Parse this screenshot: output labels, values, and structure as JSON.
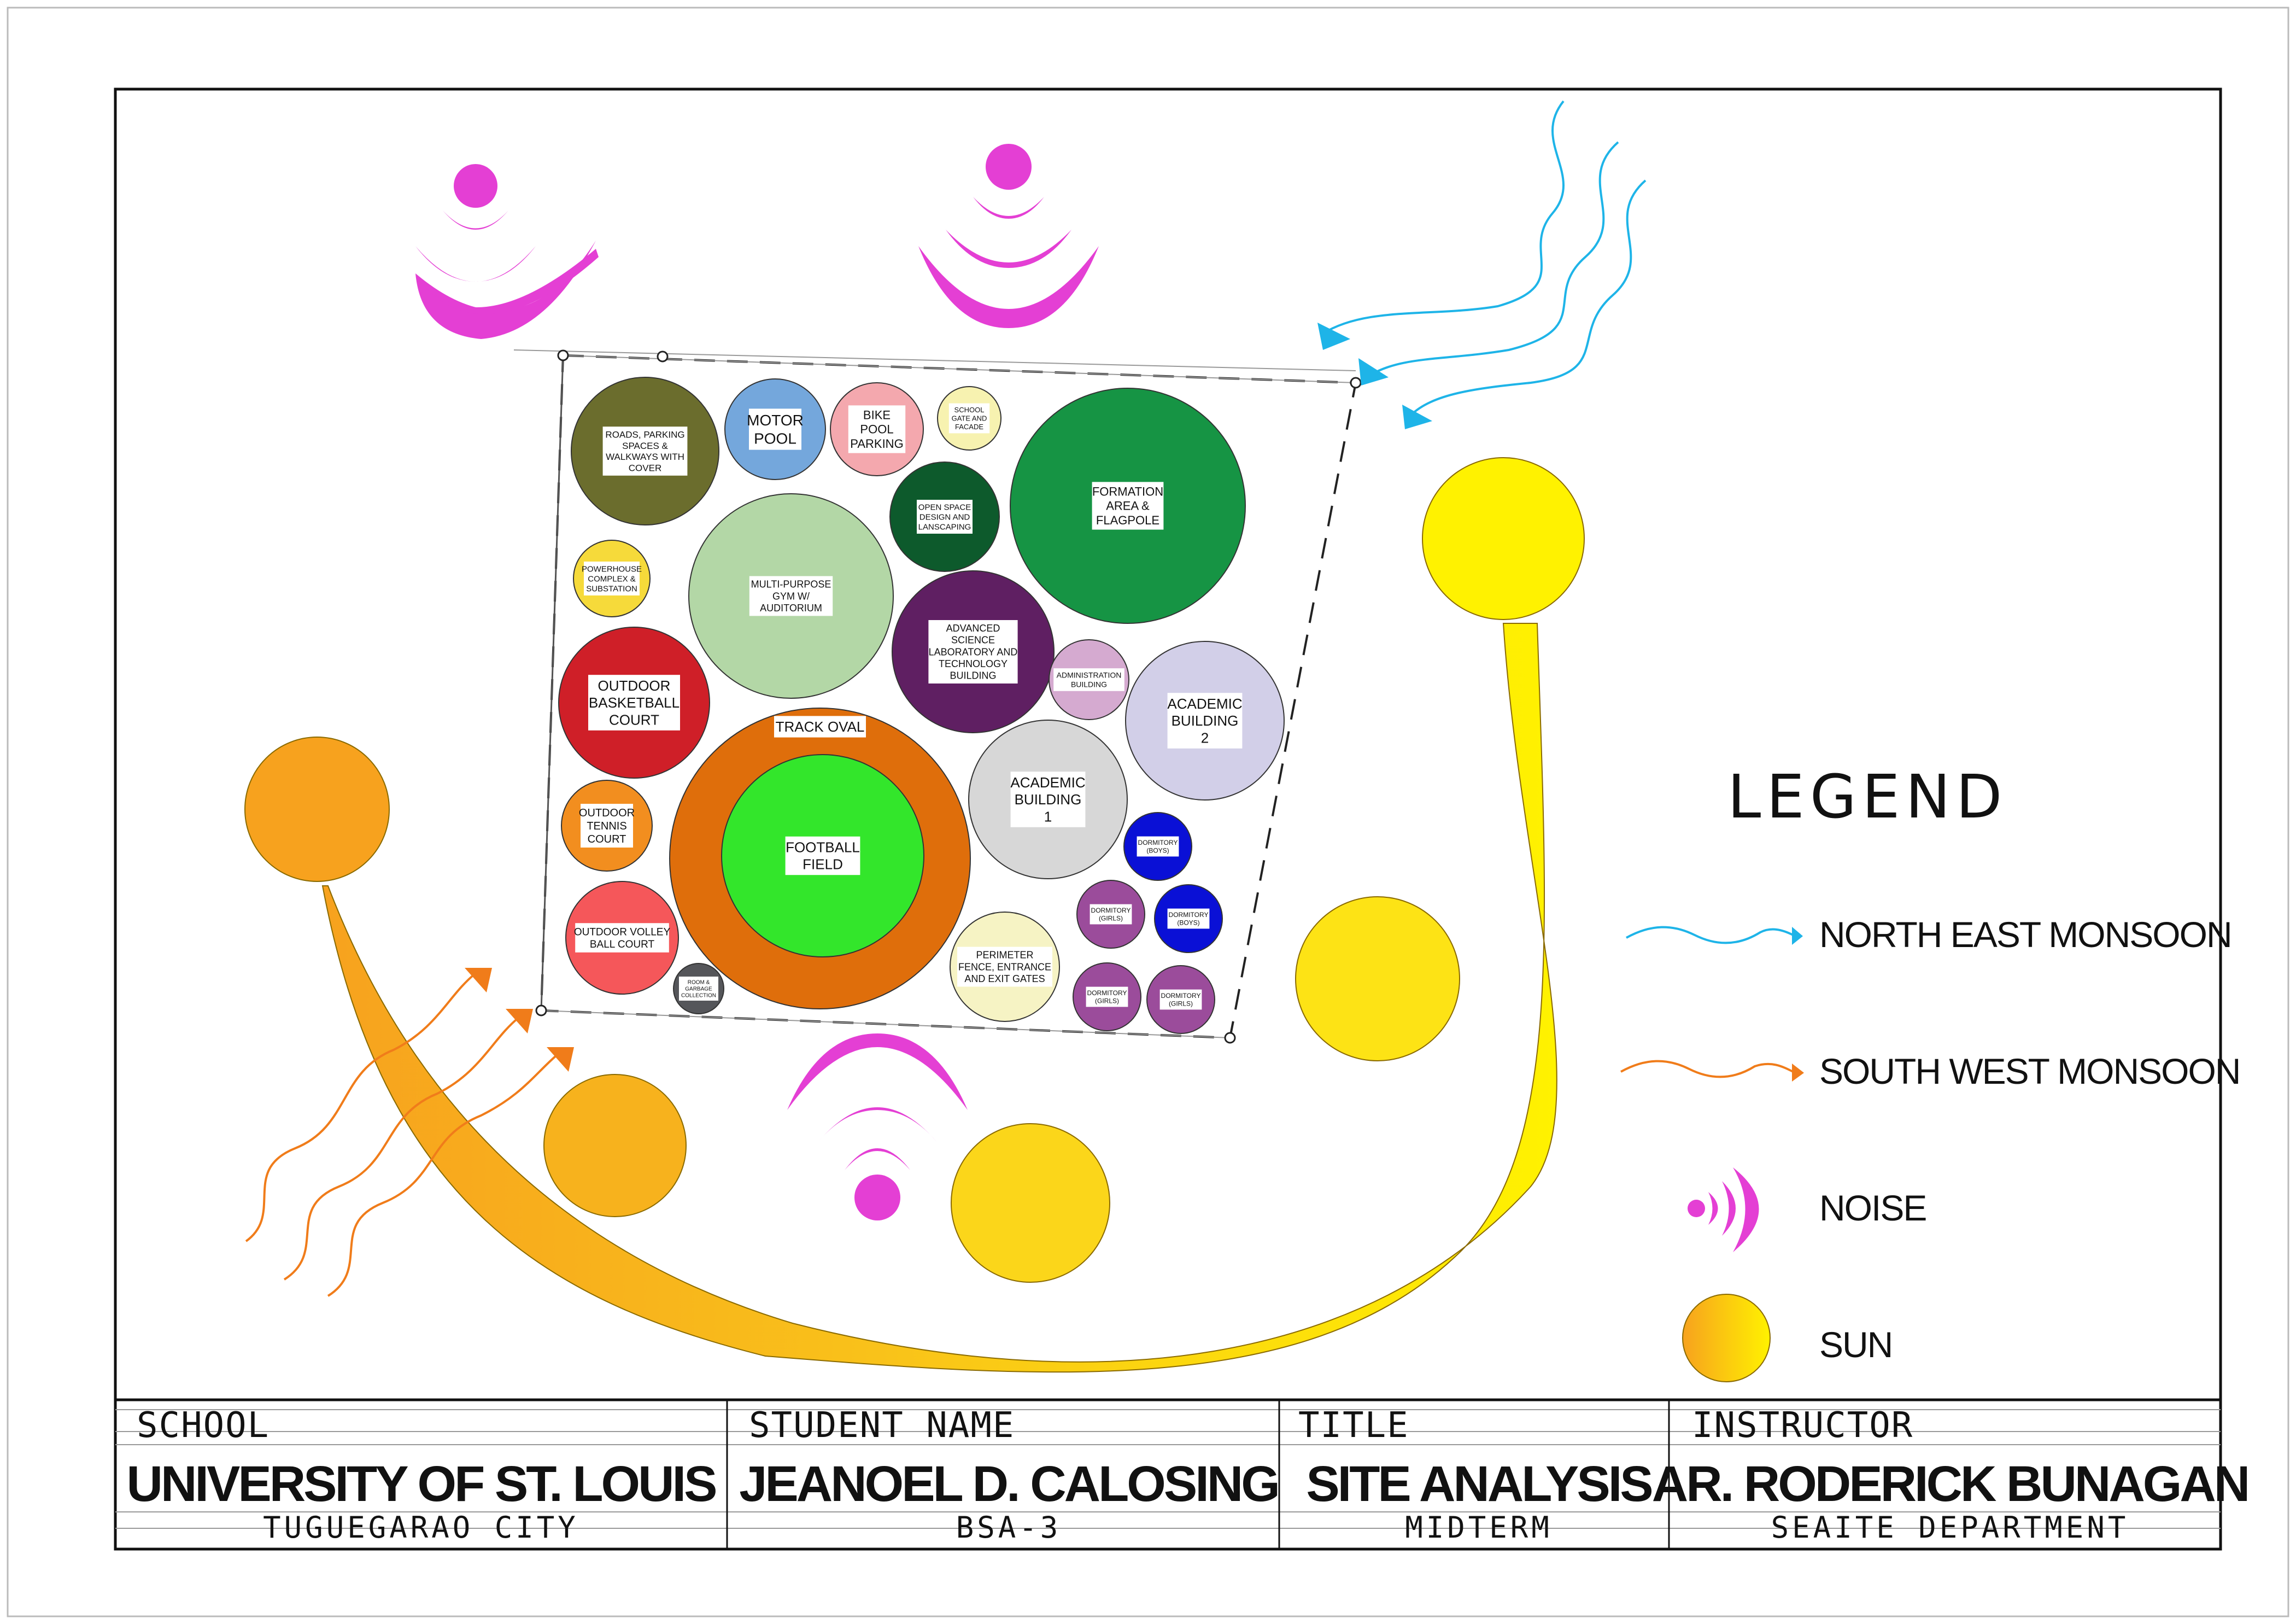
{
  "zones": [
    {
      "id": "roads",
      "lines": [
        "ROADS, PARKING",
        "SPACES &",
        "WALKWAYS WITH",
        "COVER"
      ],
      "color": "#6b6d2d"
    },
    {
      "id": "motor-pool",
      "lines": [
        "MOTOR",
        "POOL"
      ],
      "color": "#74a7dc"
    },
    {
      "id": "bike-pool",
      "lines": [
        "BIKE",
        "POOL",
        "PARKING"
      ],
      "color": "#f4a8ae"
    },
    {
      "id": "school-gate",
      "lines": [
        "SCHOOL",
        "GATE AND",
        "FACADE"
      ],
      "color": "#f7f2b0"
    },
    {
      "id": "open-space",
      "lines": [
        "OPEN SPACE",
        "DESIGN AND",
        "LANSCAPING"
      ],
      "color": "#0d5a2c"
    },
    {
      "id": "formation",
      "lines": [
        "FORMATION",
        "AREA &",
        "FLAGPOLE"
      ],
      "color": "#169444"
    },
    {
      "id": "powerhouse",
      "lines": [
        "POWERHOUSE",
        "COMPLEX &",
        "SUBSTATION"
      ],
      "color": "#f6da3a"
    },
    {
      "id": "gym",
      "lines": [
        "MULTI-PURPOSE",
        "GYM W/",
        "AUDITORIUM"
      ],
      "color": "#b3d7a6"
    },
    {
      "id": "science",
      "lines": [
        "ADVANCED",
        "SCIENCE",
        "LABORATORY AND",
        "TECHNOLOGY",
        "BUILDING"
      ],
      "color": "#5f1f62"
    },
    {
      "id": "admin",
      "lines": [
        "ADMINISTRATION",
        "BUILDING"
      ],
      "color": "#d5aad0"
    },
    {
      "id": "academic2",
      "lines": [
        "ACADEMIC",
        "BUILDING",
        "2"
      ],
      "color": "#d2cfe8"
    },
    {
      "id": "basketball",
      "lines": [
        "OUTDOOR",
        "BASKETBALL",
        "COURT"
      ],
      "color": "#cf1f28"
    },
    {
      "id": "track",
      "lines": [
        "TRACK OVAL"
      ],
      "color": "#df6e0b"
    },
    {
      "id": "football",
      "lines": [
        "FOOTBALL",
        "FIELD"
      ],
      "color": "#33e62b"
    },
    {
      "id": "academic1",
      "lines": [
        "ACADEMIC",
        "BUILDING",
        "1"
      ],
      "color": "#d7d7d7"
    },
    {
      "id": "tennis",
      "lines": [
        "OUTDOOR",
        "TENNIS",
        "COURT"
      ],
      "color": "#f28e1f"
    },
    {
      "id": "dorm-boys-1",
      "lines": [
        "DORMITORY",
        "(BOYS)"
      ],
      "color": "#0a10d6"
    },
    {
      "id": "dorm-girls-1",
      "lines": [
        "DORMITORY",
        "(GIRLS)"
      ],
      "color": "#9b4c9b"
    },
    {
      "id": "dorm-boys-2",
      "lines": [
        "DORMITORY",
        "(BOYS)"
      ],
      "color": "#0a10d6"
    },
    {
      "id": "volleyball",
      "lines": [
        "OUTDOOR VOLLEY",
        "BALL COURT"
      ],
      "color": "#f5575a"
    },
    {
      "id": "mrf",
      "lines": [
        "ROOM &",
        "GARBAGE",
        "COLLECTION"
      ],
      "color": "#55565a"
    },
    {
      "id": "perimeter",
      "lines": [
        "PERIMETER",
        "FENCE, ENTRANCE",
        "AND EXIT GATES"
      ],
      "color": "#f6f3c4"
    },
    {
      "id": "dorm-girls-2",
      "lines": [
        "DORMITORY",
        "(GIRLS)"
      ],
      "color": "#9b4c9b"
    },
    {
      "id": "dorm-girls-3",
      "lines": [
        "DORMITORY",
        "(GIRLS)"
      ],
      "color": "#9b4c9b"
    }
  ],
  "legend": {
    "title": "LEGEND",
    "items": [
      {
        "id": "ne-monsoon",
        "label": "NORTH EAST MONSOON",
        "color": "#1eb4e8"
      },
      {
        "id": "sw-monsoon",
        "label": "SOUTH  WEST MONSOON",
        "color": "#f07c1a"
      },
      {
        "id": "noise",
        "label": "NOISE",
        "color": "#e43fd4"
      },
      {
        "id": "sun",
        "label": "SUN",
        "color": "#f7a21e"
      }
    ]
  },
  "title_block": {
    "school": {
      "caption": "SCHOOL",
      "value": "UNIVERSITY OF ST. LOUIS",
      "sub": "TUGUEGARAO CITY"
    },
    "student": {
      "caption": "STUDENT NAME",
      "value": "JEANOEL D. CALOSING",
      "sub": "BSA-3"
    },
    "title": {
      "caption": "TITLE",
      "value": "SITE ANALYSIS",
      "sub": "MIDTERM"
    },
    "instructor": {
      "caption": "INSTRUCTOR",
      "value": "AR. RODERICK BUNAGAN",
      "sub": "SEAITE DEPARTMENT"
    }
  },
  "colors": {
    "sun_yellow": "#fff200",
    "sun_orange": "#f7a21e",
    "noise": "#e43fd4",
    "ne_monsoon": "#1eb4e8",
    "sw_monsoon": "#f07c1a"
  }
}
